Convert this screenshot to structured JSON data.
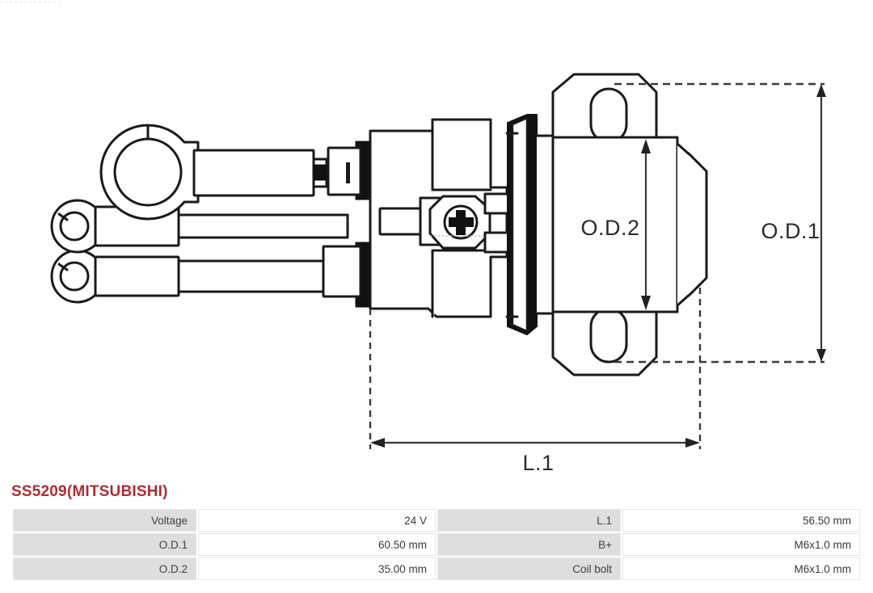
{
  "part": {
    "title": "SS5209(MITSUBISHI)",
    "title_color": "#b02b36"
  },
  "drawing": {
    "labels": {
      "od1": "O.D.1",
      "od2": "O.D.2",
      "l1": "L.1"
    },
    "line_color": "#1a1a1a",
    "dimension_color": "#3a3a3a",
    "fill_color": "#ffffff",
    "accent_dark": "#111111"
  },
  "spec_table": {
    "rows": [
      {
        "left_label": "Voltage",
        "left_value": "24 V",
        "right_label": "L.1",
        "right_value": "56.50 mm"
      },
      {
        "left_label": "O.D.1",
        "left_value": "60.50 mm",
        "right_label": "B+",
        "right_value": "M6x1.0 mm"
      },
      {
        "left_label": "O.D.2",
        "left_value": "35.00 mm",
        "right_label": "Coil bolt",
        "right_value": "M6x1.0 mm"
      }
    ]
  }
}
